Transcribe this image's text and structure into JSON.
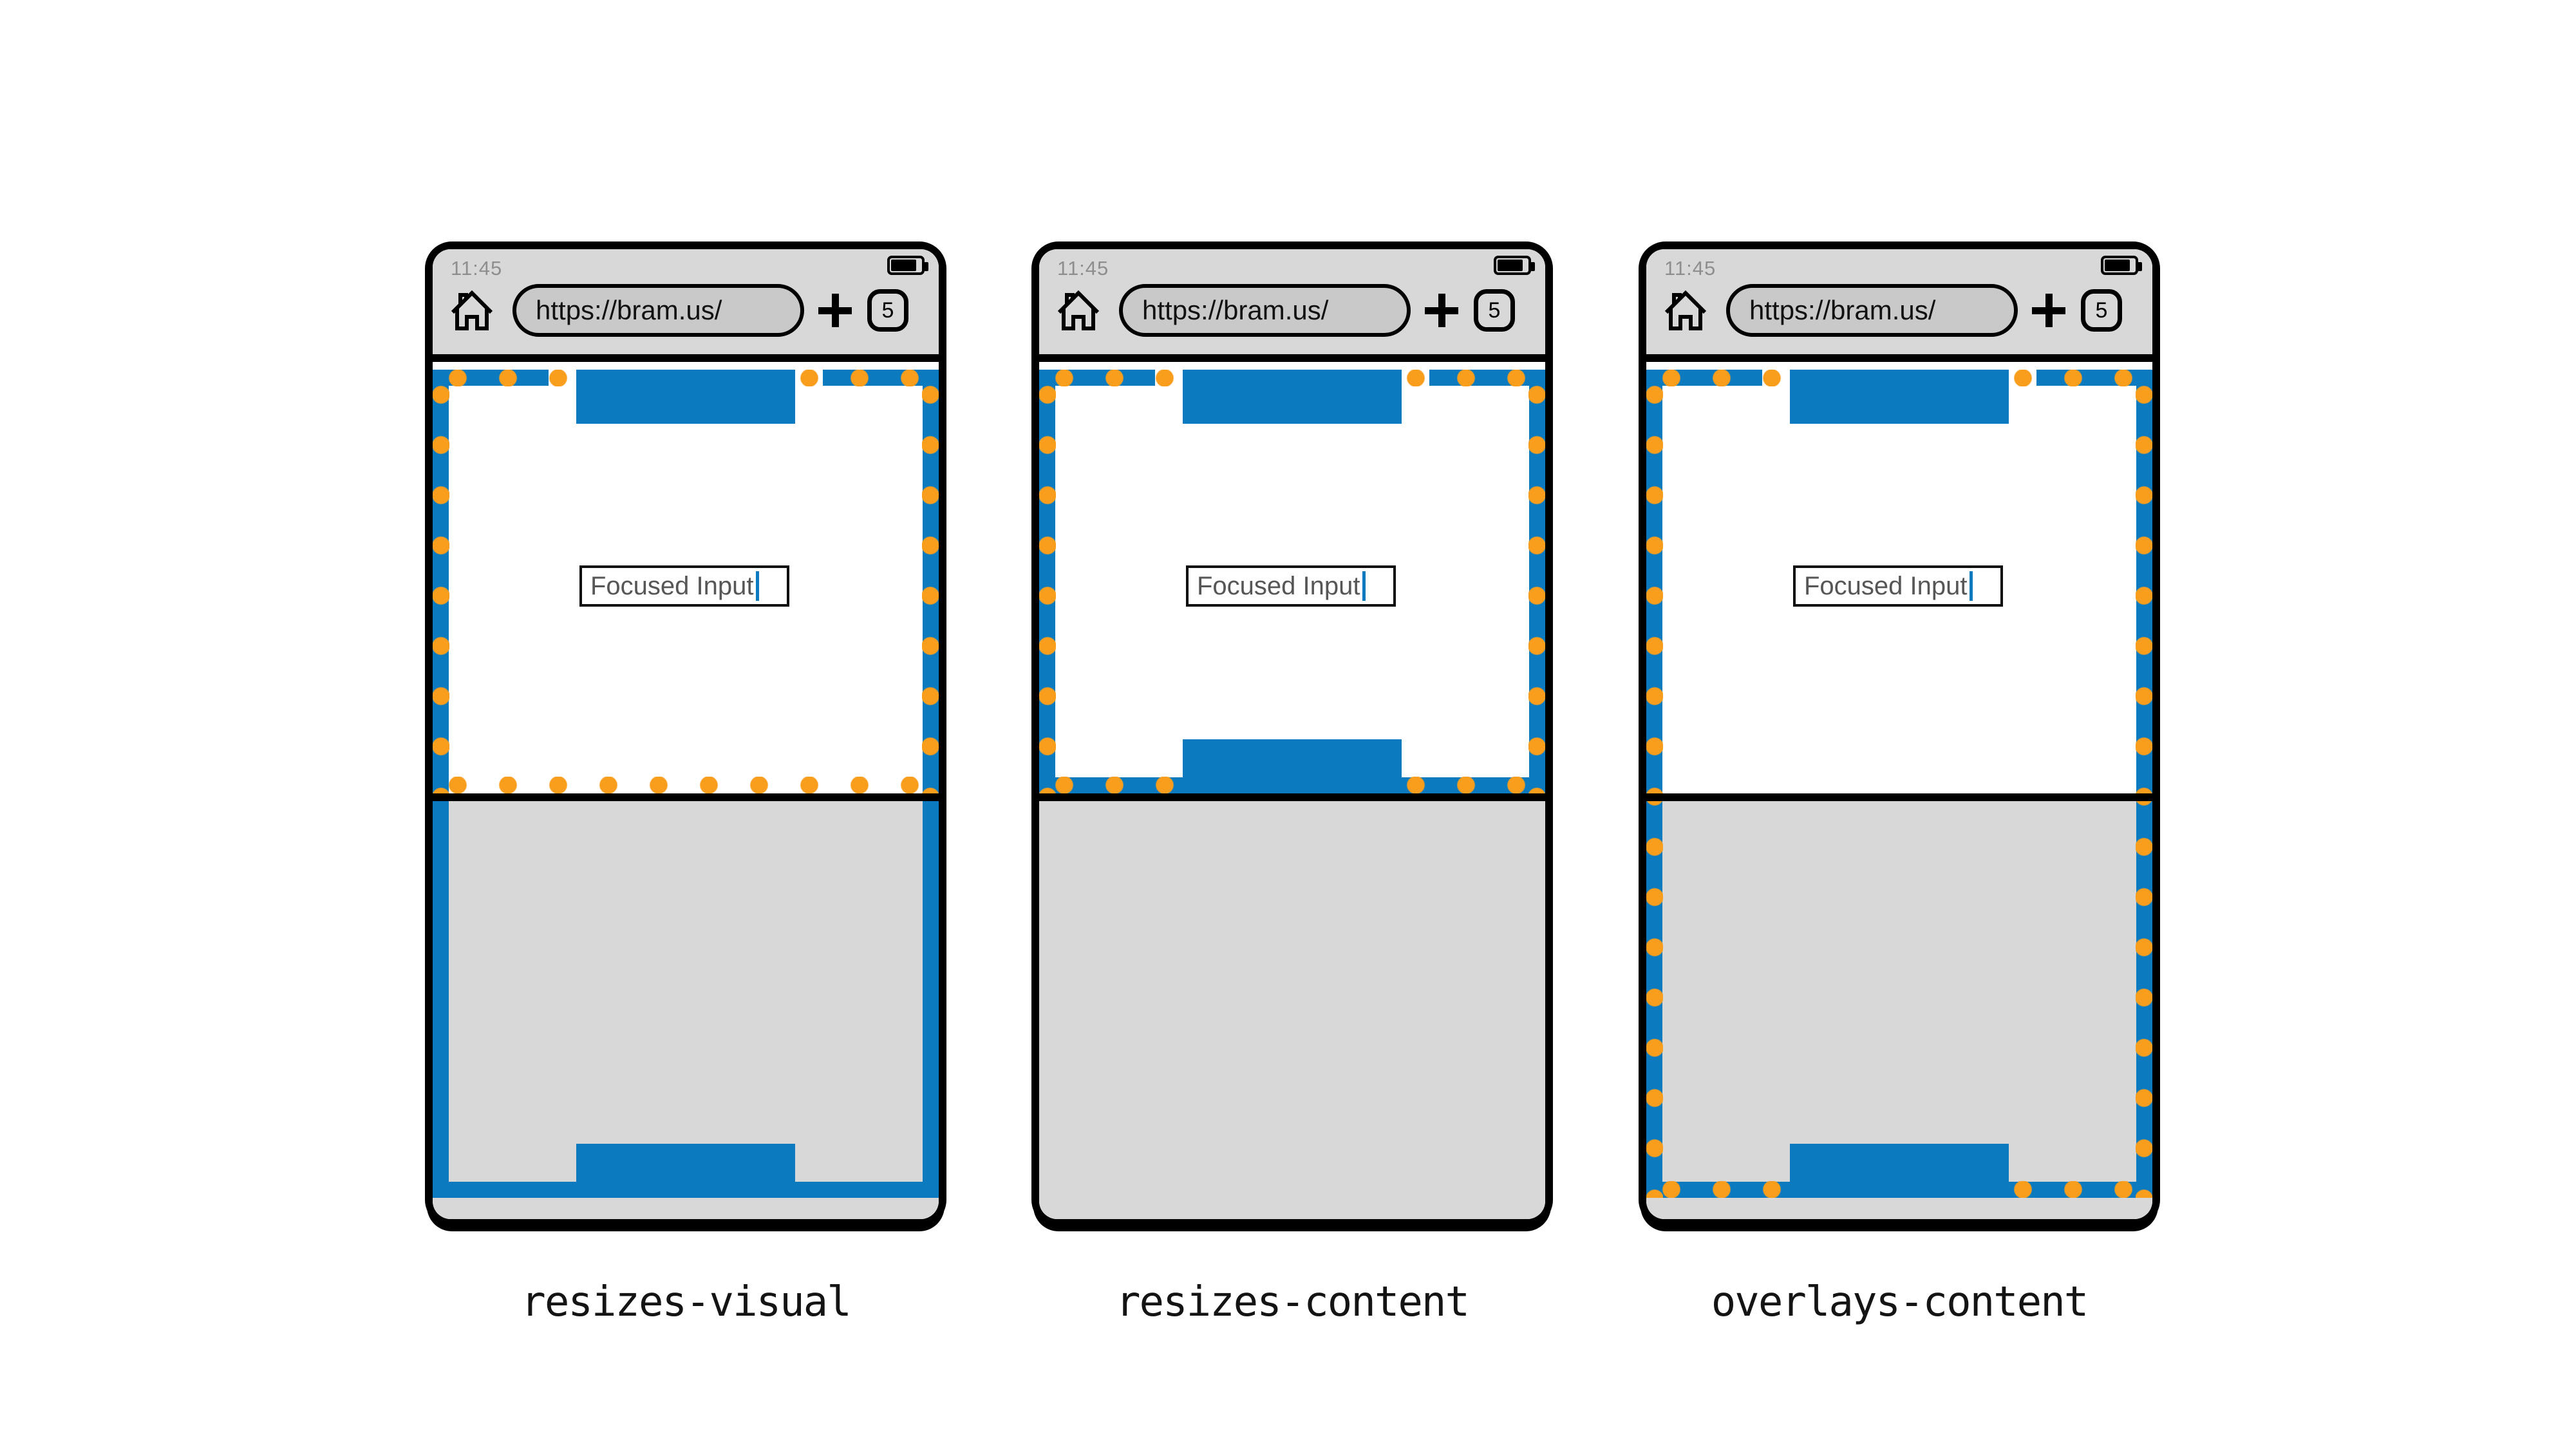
{
  "colors": {
    "viewport_blue": "#0b7abf",
    "visual_viewport_orange": "#f99d1c",
    "chrome_gray": "#d8d8d8",
    "url_pill_gray": "#c9c9c9"
  },
  "icons": {
    "home": "home-icon",
    "battery": "battery-icon",
    "plus": "plus-icon",
    "caret": "text-caret"
  },
  "phones": [
    {
      "caption": "resizes-visual",
      "time": "11:45",
      "url": "https://bram.us/",
      "tab_count": "5",
      "input_value": "Focused Input"
    },
    {
      "caption": "resizes-content",
      "time": "11:45",
      "url": "https://bram.us/",
      "tab_count": "5",
      "input_value": "Focused Input"
    },
    {
      "caption": "overlays-content",
      "time": "11:45",
      "url": "https://bram.us/",
      "tab_count": "5",
      "input_value": "Focused Input"
    }
  ]
}
